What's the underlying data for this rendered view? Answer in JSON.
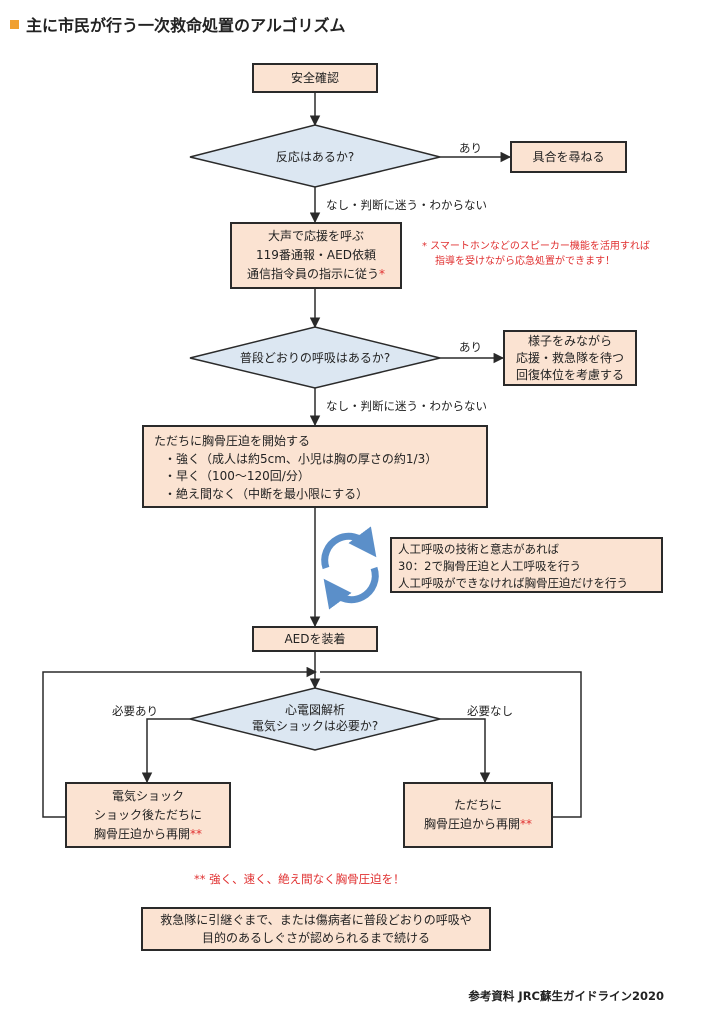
{
  "title": "主に市民が行う一次救命処置のアルゴリズム",
  "colors": {
    "box_fill": "#fbe3d2",
    "diamond_fill": "#dce7f2",
    "note_red": "#e03030",
    "title_mark": "#f0a030",
    "cycle_arrow": "#5b8fc9"
  },
  "nodes": {
    "safety": "安全確認",
    "response_q": "反応はあるか?",
    "ask_condition": "具合を尋ねる",
    "call_help": [
      "大声で応援を呼ぶ",
      "119番通報・AED依頼",
      "通信指令員の指示に従う"
    ],
    "call_help_mark": "*",
    "breathing_q": "普段どおりの呼吸はあるか?",
    "observe": [
      "様子をみながら",
      "応援・救急隊を待つ",
      "回復体位を考慮する"
    ],
    "cpr": [
      "ただちに胸骨圧迫を開始する",
      "・強く（成人は約5cm、小児は胸の厚さの約1/3）",
      "・早く（100～120回/分）",
      "・絶え間なく（中断を最小限にする）"
    ],
    "breaths": [
      "人工呼吸の技術と意志があれば",
      "30：2で胸骨圧迫と人工呼吸を行う",
      "人工呼吸ができなければ胸骨圧迫だけを行う"
    ],
    "aed": "AEDを装着",
    "ecg_q": [
      "心電図解析",
      "電気ショックは必要か?"
    ],
    "shock": [
      "電気ショック",
      "ショック後ただちに",
      "胸骨圧迫から再開"
    ],
    "no_shock": [
      "ただちに",
      "胸骨圧迫から再開"
    ],
    "resume_mark": "**",
    "continue": [
      "救急隊に引継ぐまで、または傷病者に普段どおりの呼吸や",
      "目的のあるしぐさが認められるまで続ける"
    ]
  },
  "edge_labels": {
    "yes": "あり",
    "no_unsure": "なし・判断に迷う・わからない",
    "shock_needed": "必要あり",
    "shock_not_needed": "必要なし"
  },
  "notes": {
    "smartphone": [
      "* スマートホンなどのスピーカー機能を活用すれば",
      "指導を受けながら応急処置ができます！"
    ],
    "strong_fast": "**  強く、速く、絶え間なく胸骨圧迫を！"
  },
  "source": "参考資料 JRC蘇生ガイドライン2020"
}
